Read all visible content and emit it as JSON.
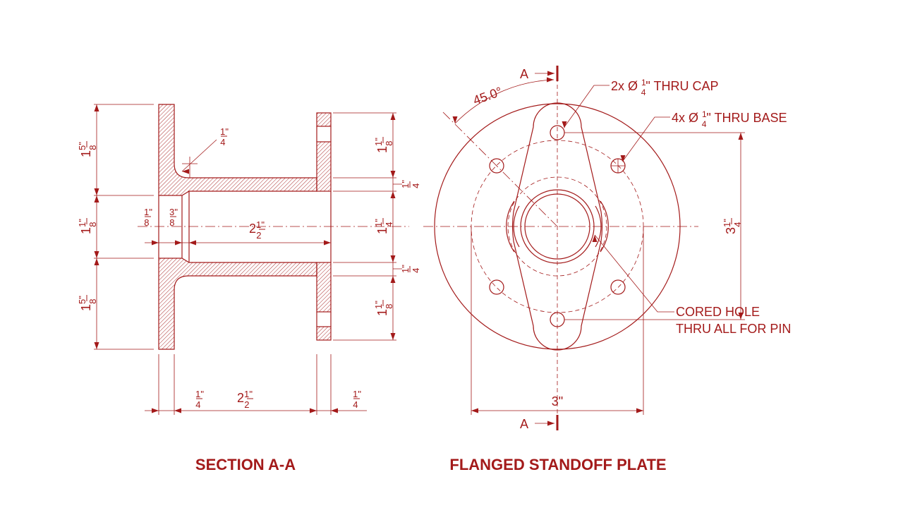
{
  "colors": {
    "ink": "#a31a1a"
  },
  "titles": {
    "section": "SECTION A-A",
    "plan": "FLANGED STANDOFF PLATE"
  },
  "section_marker": "A",
  "angle_label": "45.0°",
  "notes": {
    "cap_holes": {
      "prefix": "2x Ø ",
      "num": "1",
      "den": "4",
      "suffix": "\" THRU CAP"
    },
    "base_holes": {
      "prefix": "4x Ø ",
      "num": "1",
      "den": "4",
      "suffix": "\" THRU BASE"
    },
    "cored_hole_line1": "CORED HOLE",
    "cored_hole_line2": "THRU ALL FOR PIN"
  },
  "dims": [
    {
      "id": "left-top-height",
      "whole": "1",
      "num": "5",
      "den": "8"
    },
    {
      "id": "left-bore-height",
      "whole": "1",
      "num": "1",
      "den": "8"
    },
    {
      "id": "left-bottom-height",
      "whole": "1",
      "num": "5",
      "den": "8"
    },
    {
      "id": "fillet-radius",
      "whole": "",
      "num": "1",
      "den": "4"
    },
    {
      "id": "counterbore-depth",
      "whole": "",
      "num": "1",
      "den": "8"
    },
    {
      "id": "chamfer-length",
      "whole": "",
      "num": "3",
      "den": "8"
    },
    {
      "id": "bore-length",
      "whole": "2",
      "num": "1",
      "den": "2"
    },
    {
      "id": "right-top-height",
      "whole": "1",
      "num": "1",
      "den": "8"
    },
    {
      "id": "right-top-wall",
      "whole": "",
      "num": "1",
      "den": "4"
    },
    {
      "id": "right-bore",
      "whole": "1",
      "num": "1",
      "den": "4"
    },
    {
      "id": "right-bottom-wall",
      "whole": "",
      "num": "1",
      "den": "4"
    },
    {
      "id": "right-bottom-height",
      "whole": "1",
      "num": "1",
      "den": "8"
    },
    {
      "id": "flange-thickness-left",
      "whole": "",
      "num": "1",
      "den": "4"
    },
    {
      "id": "hub-length",
      "whole": "2",
      "num": "1",
      "den": "2"
    },
    {
      "id": "flange-thickness-right",
      "whole": "",
      "num": "1",
      "den": "4"
    },
    {
      "id": "bolt-circle-width",
      "whole": "3",
      "num": "",
      "den": ""
    },
    {
      "id": "cap-hole-spacing",
      "whole": "3",
      "num": "1",
      "den": "4"
    }
  ]
}
